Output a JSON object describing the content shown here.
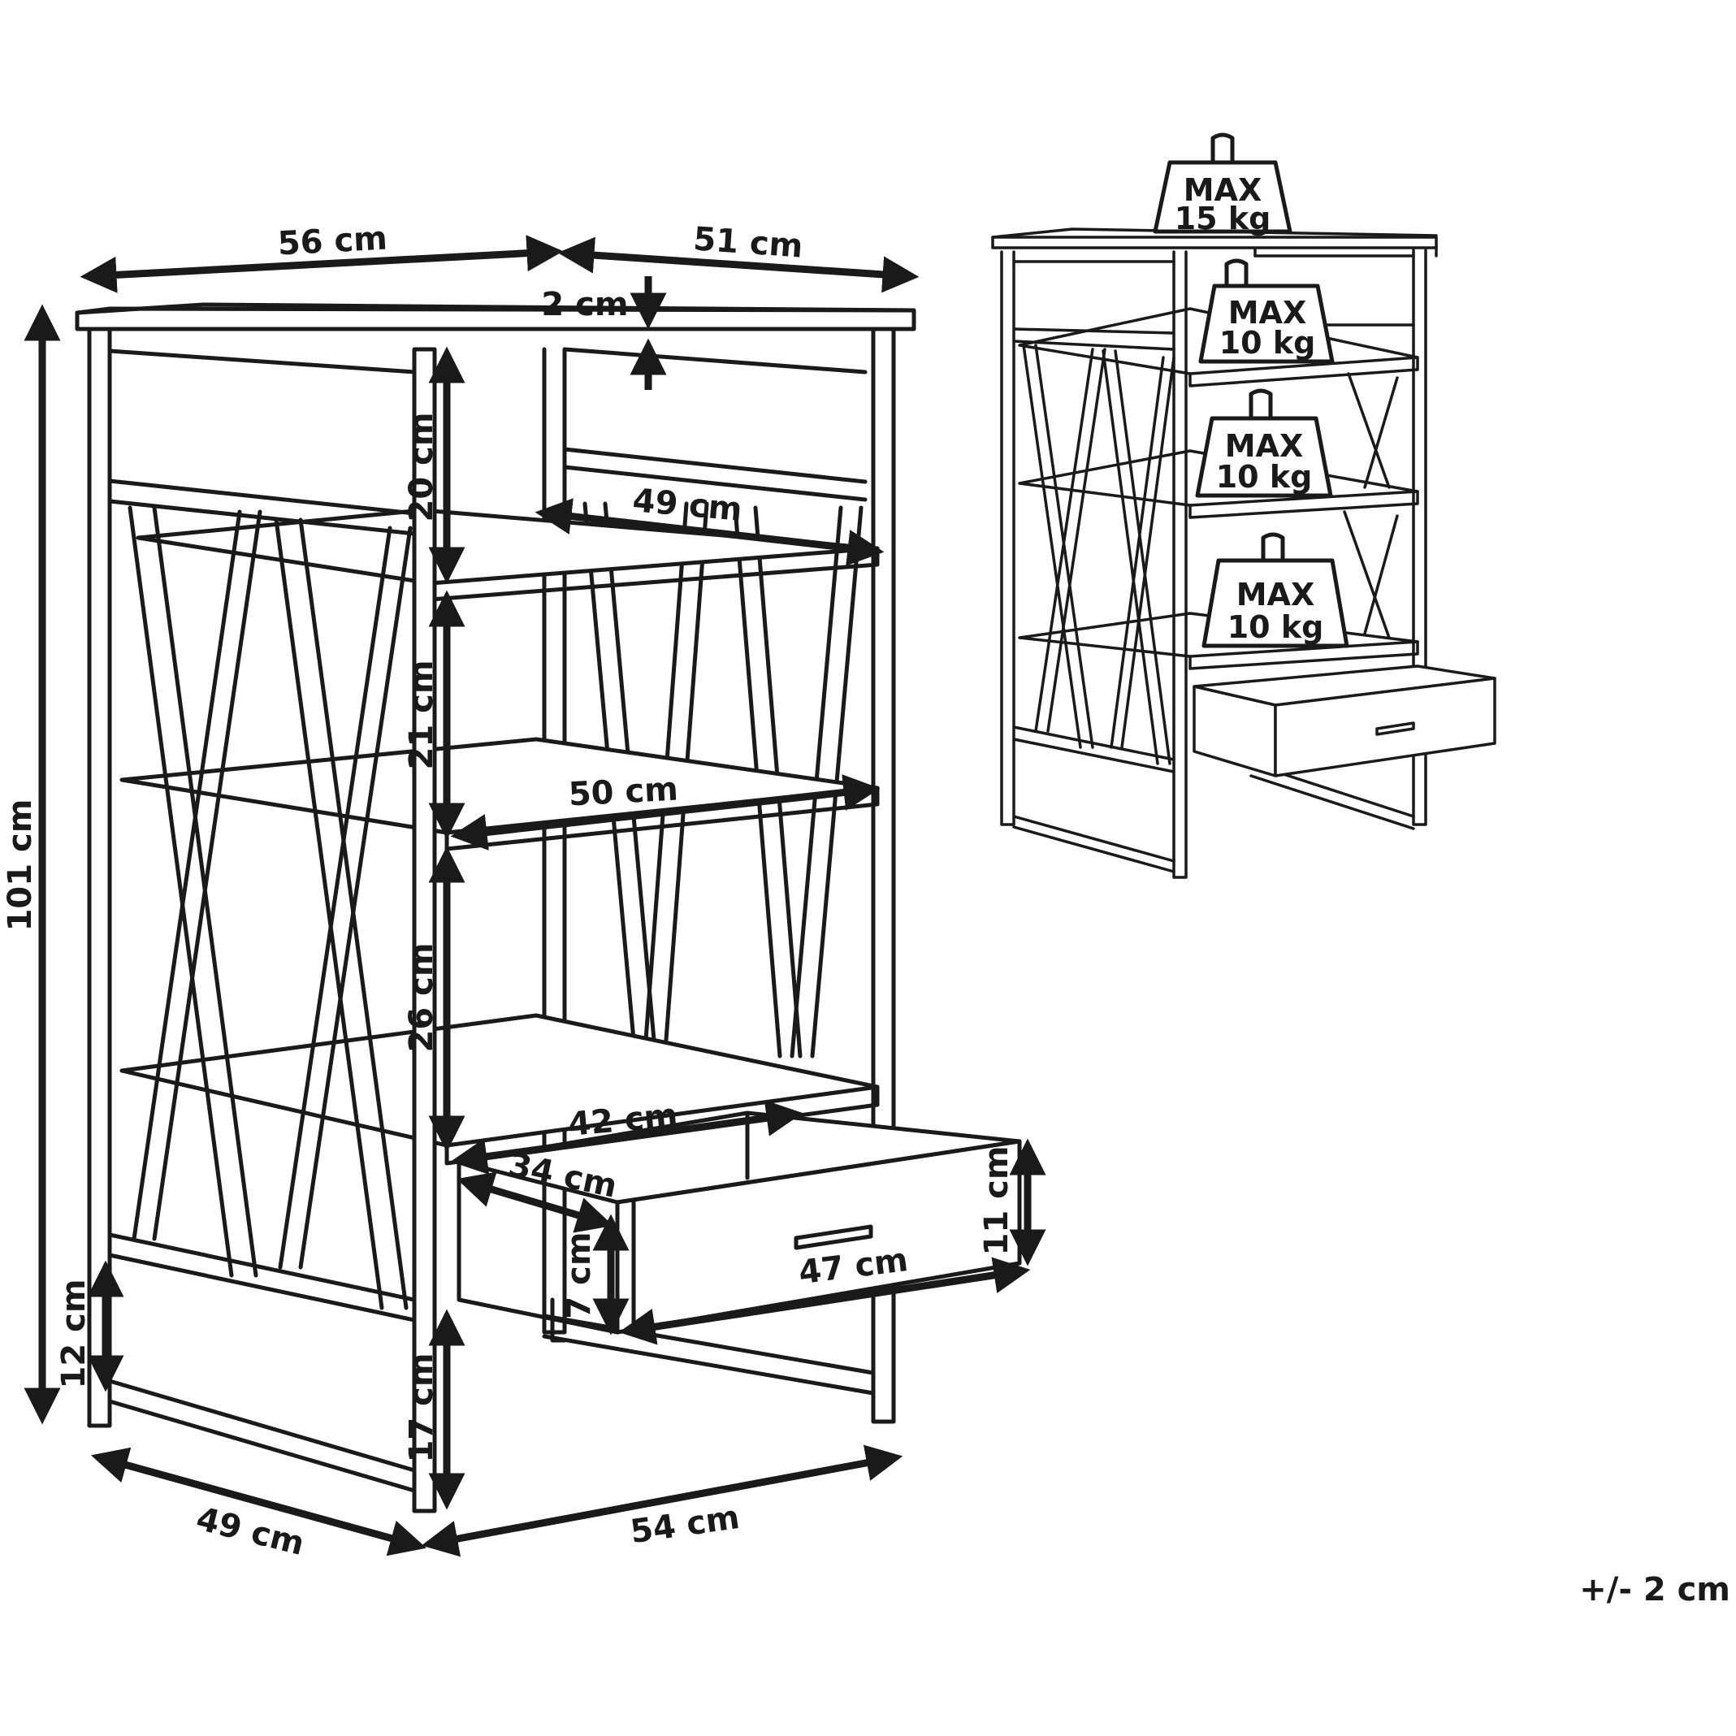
{
  "dimensions": {
    "top_width": "56 cm",
    "top_depth": "51 cm",
    "top_thickness": "2 cm",
    "total_height": "101 cm",
    "upper_gap": "20 cm",
    "second_gap": "21 cm",
    "third_gap": "26 cm",
    "bottom_clearance": "17 cm",
    "base_rail": "12 cm",
    "shelf_1_width": "49 cm",
    "shelf_2_width": "50 cm",
    "drawer_inner_width": "42 cm",
    "drawer_inner_depth": "34 cm",
    "drawer_front_width": "47 cm",
    "drawer_front_height": "11 cm",
    "drawer_inner_height": "7 cm",
    "base_depth": "49 cm",
    "base_width": "54 cm"
  },
  "load_limits": [
    {
      "max": "MAX",
      "weight": "15 kg"
    },
    {
      "max": "MAX",
      "weight": "10 kg"
    },
    {
      "max": "MAX",
      "weight": "10 kg"
    },
    {
      "max": "MAX",
      "weight": "10 kg"
    }
  ],
  "tolerance": "+/- 2 cm"
}
